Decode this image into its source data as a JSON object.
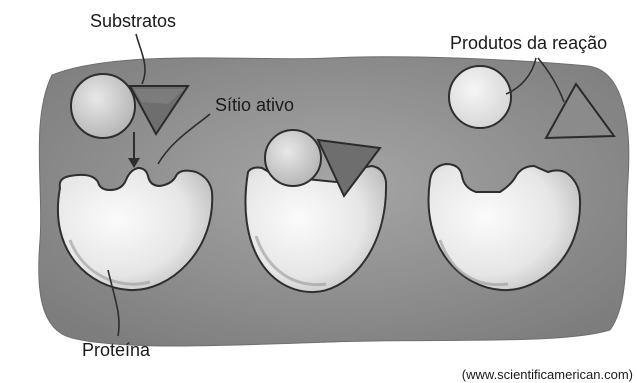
{
  "labels": {
    "substrates": "Substratos",
    "active_site": "Sítio ativo",
    "products": "Produtos da reação",
    "protein": "Proteína"
  },
  "source": "(www.scientificamerican.com)"
}
